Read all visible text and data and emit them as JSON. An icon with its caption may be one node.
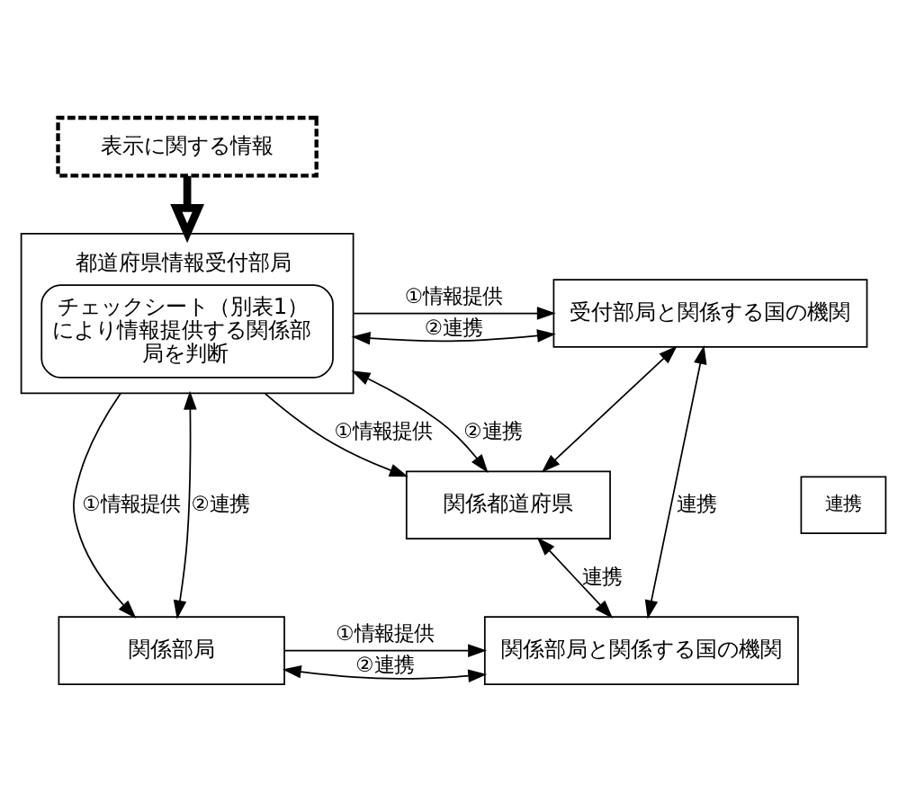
{
  "diagram": {
    "nodes": [
      {
        "text": [
          "表示に関する情報"
        ]
      },
      {
        "text": [
          "都道府県情報受付部局",
          "チェックシート（別表1）により情報提供する関係部局を判断"
        ]
      },
      {
        "text": [
          "受付部局と関係する国の機関"
        ]
      },
      {
        "text": [
          "関係都道府県"
        ]
      },
      {
        "text": [
          "関係部局"
        ]
      },
      {
        "text": [
          "関係部局と関係する国の機関"
        ]
      },
      {
        "text": [
          "連携"
        ]
      }
    ],
    "edges": [
      {
        "from": 0,
        "to": 1,
        "arrow": "to",
        "style": "thick"
      },
      {
        "from": 1,
        "to": 2,
        "arrow": "to",
        "label": "①情報提供"
      },
      {
        "from": 1,
        "to": 2,
        "arrow": "both",
        "label": "②連携"
      },
      {
        "from": 1,
        "to": 3,
        "arrow": "to",
        "label": "①情報提供"
      },
      {
        "from": 1,
        "to": 3,
        "arrow": "both",
        "label": "②連携"
      },
      {
        "from": 2,
        "to": 3,
        "arrow": "both"
      },
      {
        "from": 2,
        "to": 5,
        "arrow": "both",
        "label": "連携"
      },
      {
        "from": 3,
        "to": 5,
        "arrow": "both",
        "label": "連携"
      },
      {
        "from": 1,
        "to": 4,
        "arrow": "to",
        "label": "①情報提供"
      },
      {
        "from": 1,
        "to": 4,
        "arrow": "both",
        "label": "②連携"
      },
      {
        "from": 4,
        "to": 5,
        "arrow": "to",
        "label": "①情報提供"
      },
      {
        "from": 4,
        "to": 5,
        "arrow": "both",
        "label": "②連携"
      }
    ]
  }
}
